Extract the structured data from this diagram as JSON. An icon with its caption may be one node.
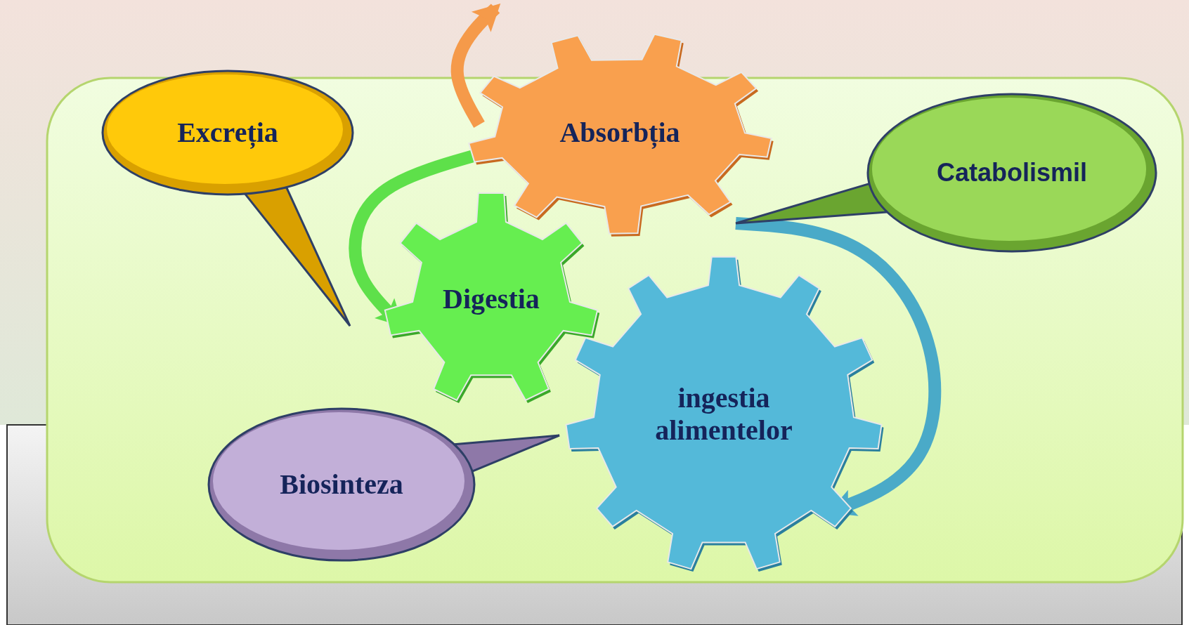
{
  "diagram": {
    "nodes": [
      {
        "text": [
          "Excreția"
        ]
      },
      {
        "text": [
          "Absorbția"
        ]
      },
      {
        "text": [
          "Catabolismil"
        ]
      },
      {
        "text": [
          "Digestia"
        ]
      },
      {
        "text": [
          "ingestia alimentelor"
        ]
      },
      {
        "text": [
          "Biosinteza"
        ]
      }
    ],
    "edges": [
      {
        "from": 1,
        "to": null,
        "arrow": "to",
        "color": "#f59a4a"
      },
      {
        "from": 1,
        "to": 3,
        "arrow": "to",
        "color": "#5ee04a"
      },
      {
        "from": 2,
        "to": 4,
        "arrow": "to",
        "color": "#4aaac8"
      }
    ]
  }
}
